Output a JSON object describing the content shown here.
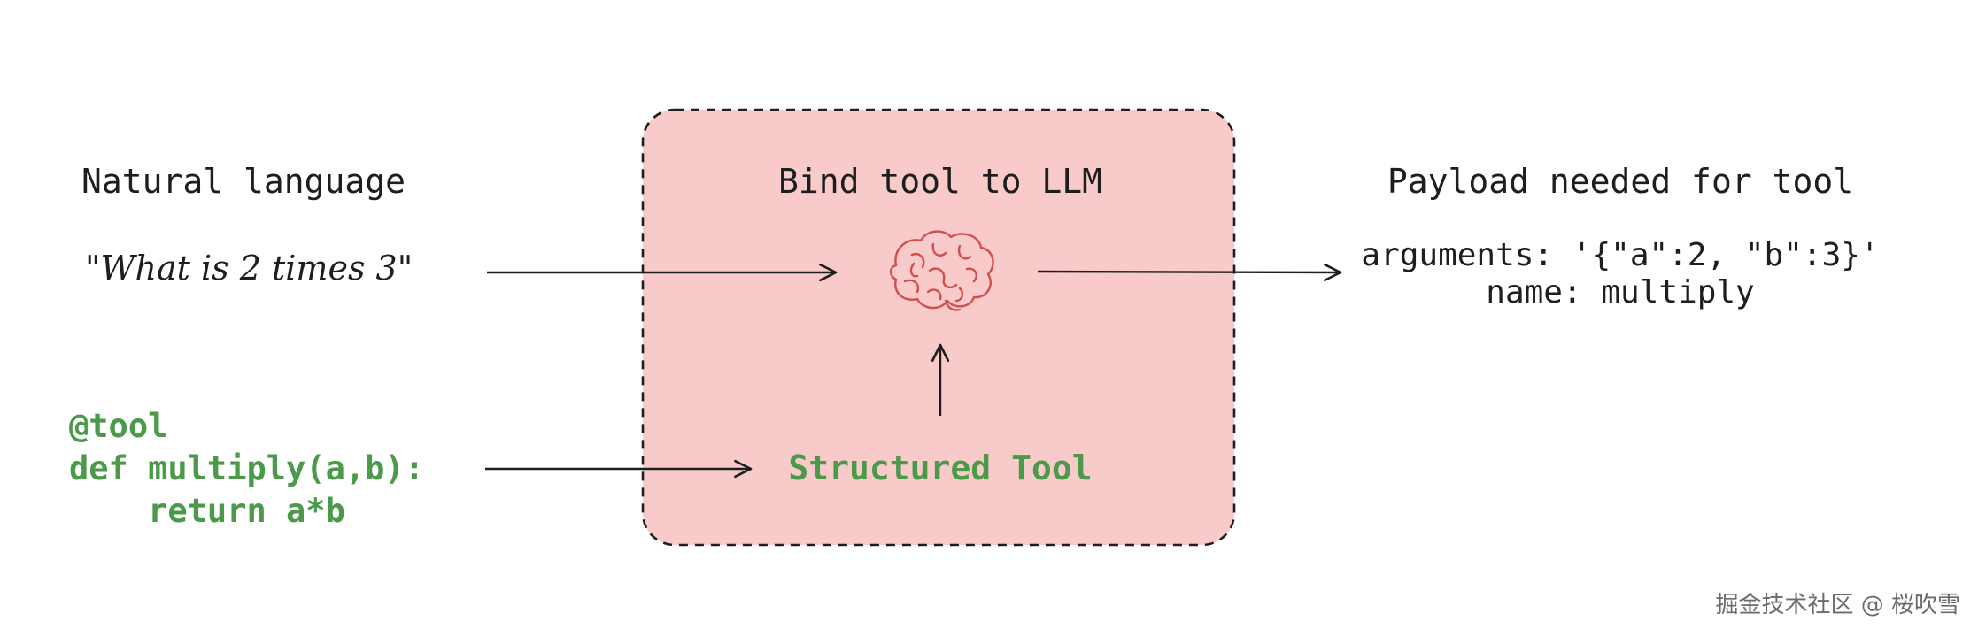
{
  "colors": {
    "background": "#ffffff",
    "box_fill": "#f8caca",
    "box_stroke": "#1e1e1e",
    "text_dark": "#1e1e1e",
    "code_green": "#4a9a4a",
    "brain_red": "#d24e4e",
    "watermark": "#6b6b6b"
  },
  "left": {
    "natural_language_title": "Natural language",
    "query": "\"What is 2 times 3\"",
    "code_lines": [
      "@tool",
      "def multiply(a,b):",
      "    return a*b"
    ]
  },
  "box": {
    "title": "Bind tool to LLM",
    "brain_icon": "brain-icon",
    "structured_tool": "Structured Tool"
  },
  "right": {
    "title": "Payload needed for tool",
    "arguments": "arguments: '{\"a\":2, \"b\":3}'",
    "name": "name: multiply"
  },
  "watermark": "掘金技术社区 @ 桜吹雪"
}
